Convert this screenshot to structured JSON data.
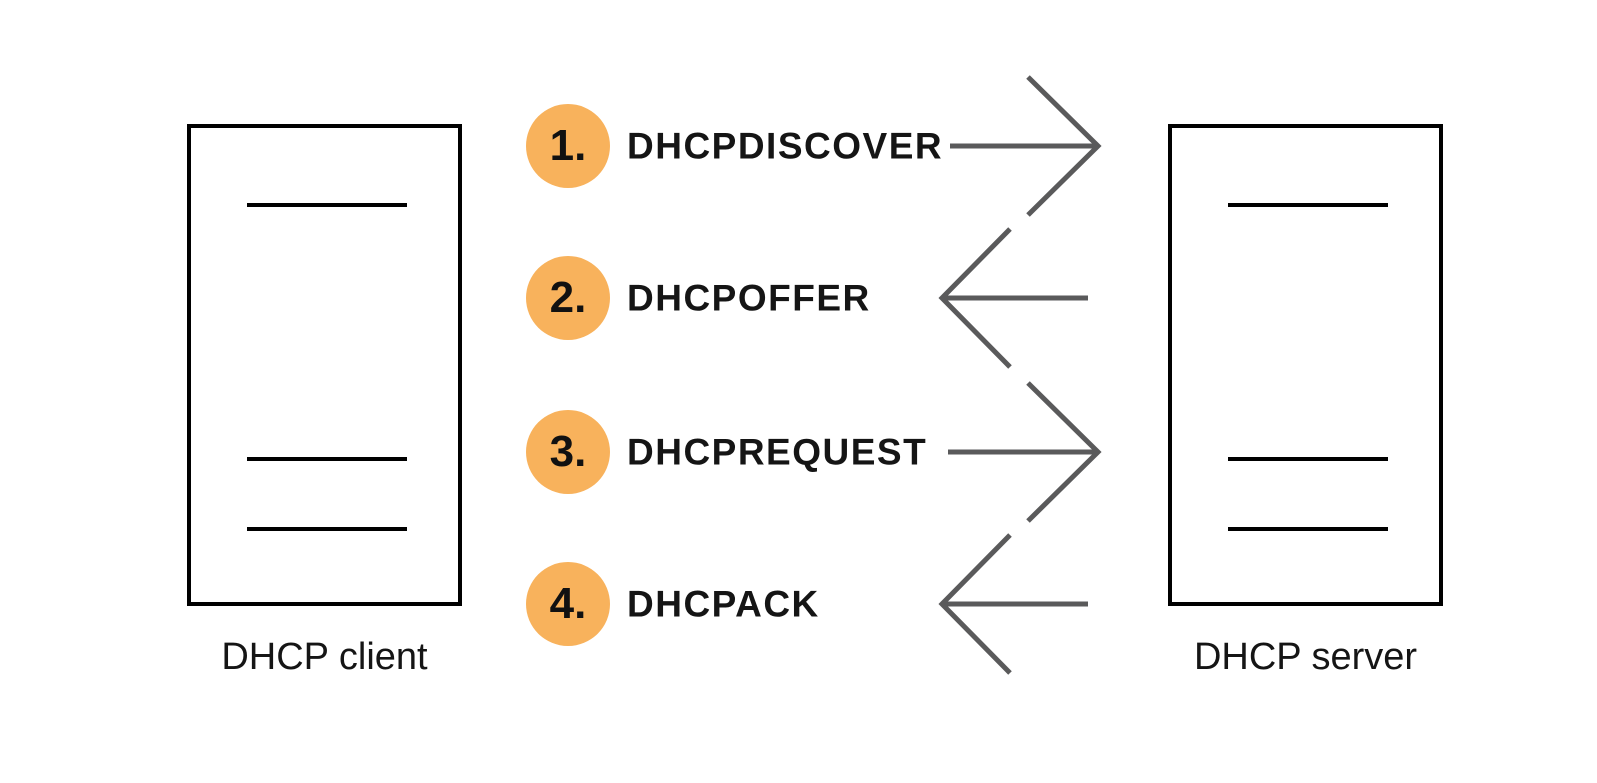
{
  "diagram": {
    "client_label": "DHCP client",
    "server_label": "DHCP server",
    "steps": [
      {
        "number": "1.",
        "label": "DHCPDISCOVER",
        "direction": "client-to-server"
      },
      {
        "number": "2.",
        "label": "DHCPOFFER",
        "direction": "server-to-client"
      },
      {
        "number": "3.",
        "label": "DHCPREQUEST",
        "direction": "client-to-server"
      },
      {
        "number": "4.",
        "label": "DHCPACK",
        "direction": "server-to-client"
      }
    ],
    "colors": {
      "badge": "#F8B25C",
      "arrow": "#5A5A5B",
      "outline": "#000000",
      "background": "#FFFFFF"
    }
  }
}
